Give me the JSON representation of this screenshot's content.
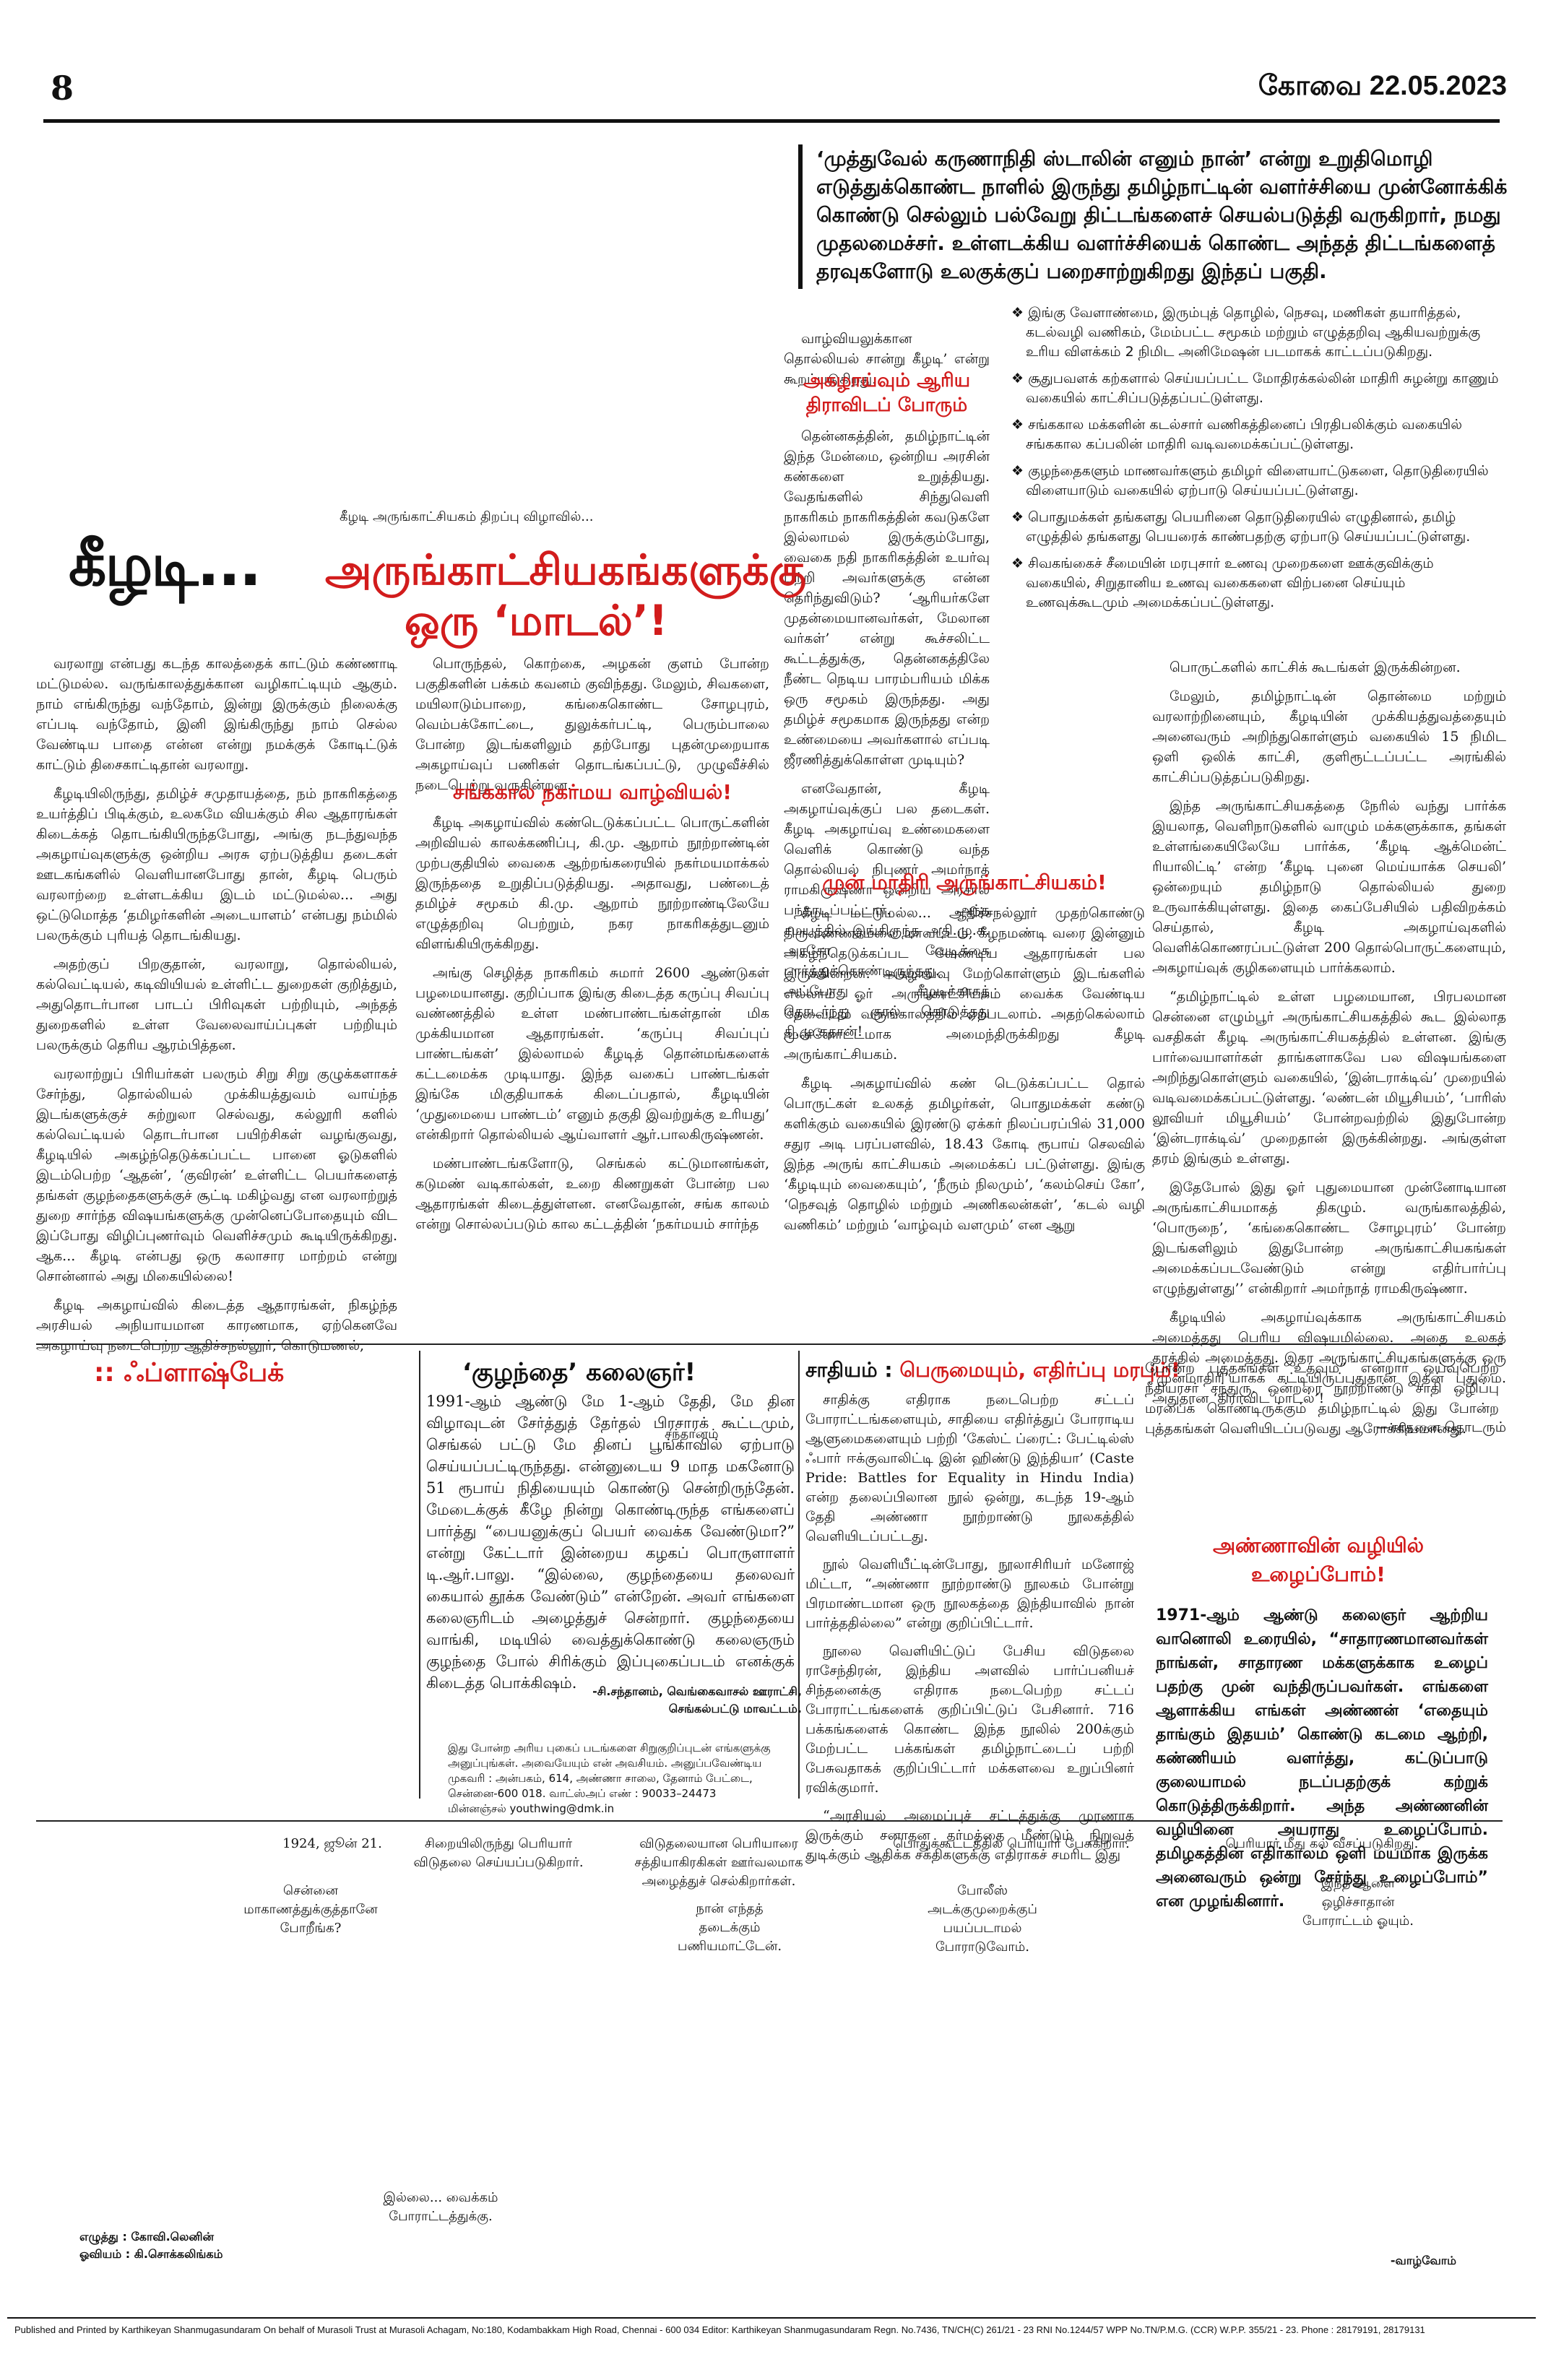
{
  "header": {
    "page_number": "8",
    "date": "கோவை 22.05.2023"
  },
  "intro": "‘முத்துவேல் கருணாநிதி ஸ்டாலின் எனும் நான்’ என்று உறுதிமொழி எடுத்துக்கொண்ட நாளில் இருந்து தமிழ்நாட்டின் வளர்ச்சியை முன்னோக்கிக் கொண்டு செல்லும் பல்வேறு திட்டங்களைச் செயல்படுத்தி வருகிறார், நமது முதலமைச்சர். உள்ளடக்கிய வளர்ச்சியைக் கொண்ட அந்தத் திட்டங்களைத் தரவுகளோடு உலகுக்குப் பறைசாற்றுகிறது இந்தப் பகுதி.",
  "article": {
    "caption": "கீழடி அருங்காட்சியகம் திறப்பு விழாவில்...",
    "headline_a": "கீழடி...",
    "headline_b": "அருங்காட்சியகங்களுக்கு",
    "headline_c": "ஒரு ‘மாடல்’!",
    "col1": [
      "வரலாறு என்பது கடந்த காலத்தைக் காட்டும் கண்ணாடி மட்டுமல்ல. வருங்காலத்துக்கான வழிகாட்டியும் ஆகும். நாம் எங்கிருந்து வந்தோம், இன்று இருக்கும் நிலைக்கு எப்படி வந்தோம், இனி இங்கிருந்து நாம் செல்ல வேண்டிய பாதை என்ன என்று நமக்குக் கோடிட்டுக் காட்டும் திசைகாட்டிதான் வரலாறு.",
      "கீழடியிலிருந்து, தமிழ்ச் சமுதாயத்தை, நம் நாகரிகத்தை உயர்த்திப் பிடிக்கும், உலகமே வியக்கும் சில ஆதாரங்கள் கிடைக்கத் தொடங்கியிருந்தபோது, அங்கு நடந்துவந்த அகழாய்வுகளுக்கு ஒன்றிய அரசு ஏற்படுத்திய தடைகள் ஊடகங்களில் வெளியானபோது தான், கீழடி பெரும் வரலாற்றை உள்ளடக்கிய இடம் மட்டுமல்ல... அது ஒட்டுமொத்த ‘தமிழர்களின் அடையாளம்’ என்பது நம்மில் பலருக்கும் புரியத் தொடங்கியது.",
      "அதற்குப் பிறகுதான், வரலாறு, தொல்லியல், கல்வெட்டியல், கடிவியியல் உள்ளிட்ட துறைகள் குறித்தும், அதுதொடர்பான பாடப் பிரிவுகள் பற்றியும், அந்தத் துறைகளில் உள்ள வேலைவாய்ப்புகள் பற்றியும் பலருக்கும் தெரிய ஆரம்பித்தன.",
      "வரலாற்றுப் பிரியர்கள் பலரும் சிறு சிறு குழுக்களாகச் சேர்ந்து, தொல்லியல் முக்கியத்துவம் வாய்ந்த இடங்களுக்குச் சுற்றுலா செல்வது, கல்லூரி களில் கல்வெட்டியல் தொடர்பான பயிற்சிகள் வழங்குவது, கீழடியில் அகழ்ந்தெடுக்கப்பட்ட பானை ஓடுகளில் இடம்பெற்ற ‘ஆதன்’, ‘குவிரன்’ உள்ளிட்ட பெயர்களைத் தங்கள் குழந்தைகளுக்குச் சூட்டி மகிழ்வது என வரலாற்றுத் துறை சார்ந்த விஷயங்களுக்கு முன்னெப்போதையும் விட இப்போது விழிப்புணர்வும் வெளிச்சமும் கூடியிருக்கிறது. ஆக... கீழடி என்பது ஒரு கலாசார மாற்றம் என்று சொன்னால் அது மிகையில்லை!",
      "கீழடி அகழாய்வில் கிடைத்த ஆதாரங்கள், நிகழ்ந்த அரசியல் அநியாயமான காரணமாக, ஏற்கெனவே அகழாய்வு நடைபெற்ற ஆதிச்சநல்லூர், கொடுமணல்,"
    ],
    "col2": [
      "பொருந்தல், கொற்கை, அழகன் குளம் போன்ற பகுதிகளின் பக்கம் கவனம் குவிந்தது. மேலும், சிவகளை, மயிலாடும்பாறை, கங்கைகொண்ட சோழபுரம், வெம்பக்கோட்டை, துலுக்கர்பட்டி, பெரும்பாலை போன்ற இடங்களிலும் தற்போது புதன்முறையாக அகழாய்வுப் பணிகள் தொடங்கப்பட்டு, முழுவீச்சில் நடைபெற்று வருகின்றன."
    ],
    "sub1": "சங்ககால நகர்மய வாழ்வியல்!",
    "col2b": [
      "கீழடி அகழாய்வில் கண்டெடுக்கப்பட்ட பொருட்களின் அறிவியல் காலக்கணிப்பு, கி.மு. ஆறாம் நூற்றாண்டின் முற்பகுதியில் வைகை ஆற்றங்கரையில் நகர்மயமாக்கல் இருந்ததை உறுதிப்படுத்தியது. அதாவது, பண்டைத் தமிழ்ச் சமூகம் கி.மு. ஆறாம் நூற்றாண்டிலேயே எழுத்தறிவு பெற்றும், நகர நாகரிகத்துடனும் விளங்கியிருக்கிறது.",
      "அங்கு செழித்த நாகரிகம் சுமார் 2600 ஆண்டுகள் பழமையானது. குறிப்பாக இங்கு கிடைத்த கருப்பு சிவப்பு வண்ணத்தில் உள்ள மண்பாண்டங்கள்தான் மிக முக்கியமான ஆதாரங்கள். ‘கருப்பு சிவப்புப் பாண்டங்கள்’ இல்லாமல் கீழடித் தொன்மங்களைக் கட்டமைக்க முடியாது. இந்த வகைப் பாண்டங்கள் இங்கே மிகுதியாகக் கிடைப்பதால், கீழடியின் ‘முதுமையை பாண்டம்’ எனும் தகுதி இவற்றுக்கு உரியது’ என்கிறார் தொல்லியல் ஆய்வாளர் ஆர்.பாலகிருஷ்ணன்.",
      "மண்பாண்டங்களோடு, செங்கல் கட்டுமானங்கள், கடுமண் வடிகால்கள், உறை கிணறுகள் போன்ற பல ஆதாரங்கள் கிடைத்துள்ளன. எனவேதான், சங்க காலம் என்று சொல்லப்படும் கால கட்டத்தின் ‘நகர்மயம் சார்ந்த"
    ],
    "col3_top": [
      "வாழ்வியலுக்கான தொல்லியல் சான்று கீழடி’ என்று கூறப்படுகிறது."
    ],
    "sub2": "அகழாய்வும் ஆரிய திராவிடப் போரும்",
    "col3": [
      "தென்னகத்தின், தமிழ்நாட்டின் இந்த மேன்மை, ஒன்றிய அரசின் கண்களை உறுத்தியது. வேதங்களில் சிந்துவெளி நாகரிகம் நாகரிகத்தின் கவடுகளே இல்லாமல் இருக்கும்போது, வைகை நதி நாகரிகத்தின் உயர்வு பற்றி அவர்களுக்கு என்ன தெரிந்துவிடும்? ‘ஆரியர்களே முதன்மையானவர்கள், மேலான வர்கள்’ என்று கூச்சலிட்ட கூட்டத்துக்கு, தென்னகத்திலே நீண்ட நெடிய பாரம்பரியம் மிக்க ஒரு சமூகம் இருந்தது. அது தமிழ்ச் சமூகமாக இருந்தது என்ற உண்மையை அவர்களால் எப்படி ஜீரணித்துக்கொள்ள முடியும்?",
      "எனவேதான், கீழடி அகழாய்வுக்குப் பல தடைகள். கீழடி அகழாய்வு உண்மைகளை வெளிக் கொண்டு வந்த தொல்லியல் நிபுணர் அமர்நாத் ராமகிருஷ்ணா ஒன்றிய அரசால் பந்தாடப்பட்டார். அந்த சமயத்தில் இங்கிருந்த அதி.மு.க. அரசோ வேடிக்கை பார்த்துக்கொண்டிருந்தது. அப்போது கீழடிக்காகத் தொடர்ந்து குரல் கொடுத்தது தி.மு.கதான்!"
    ],
    "sub3": "முன் மாதிரி அருங்காட்சியகம்!",
    "col3b": [
      "கீழடி மட்டுமல்ல... ஆதிச்சநல்லூர் முதற்கொண்டு திருவண்ணாமலை மாவட்டம், கீழநமண்டி வரை இன்னும் அகழ்ந்தெடுக்கப்பட வேண்டிய ஆதாரங்கள் பல இருக்கின்றன. அகழாய்வு மேற்கொள்ளும் இடங்களில் எல்லாம் ஓர் அருங்காட்சியகம் வைக்க வேண்டிய தேவையும் வருங்காலத்தில் ஏற்படலாம். அதற்கெல்லாம் முன்னோட்டமாக அமைந்திருக்கிறது கீழடி அருங்காட்சியகம்.",
      "கீழடி அகழாய்வில் கண் டெடுக்கப்பட்ட தொல் பொருட்கள் உலகத் தமிழர்கள், பொதுமக்கள் கண்டு களிக்கும் வகையில் இரண்டு ஏக்கர் நிலப்பரப்பில் 31,000 சதுர அடி பரப்பளவில், 18.43 கோடி ரூபாய் செலவில் இந்த அருங் காட்சியகம் அமைக்கப் பட்டுள்ளது. இங்கு ‘கீழடியும் வைகையும்’, ‘நீரும் நிலமும்’, ‘கலம்செய் கோ’, ‘நெசவுத் தொழில் மற்றும் அணிகலன்கள்’, ‘கடல் வழி வணிகம்’ மற்றும் ‘வாழ்வும் வளமும்’ என ஆறு"
    ],
    "col4": [
      "பொருட்களில் காட்சிக் கூடங்கள் இருக்கின்றன.",
      "மேலும், தமிழ்நாட்டின் தொன்மை மற்றும் வரலாற்றினையும், கீழடியின் முக்கியத்துவத்தையும் அனைவரும் அறிந்துகொள்ளும் வகையில் 15 நிமிட ஒளி ஒலிக் காட்சி, குளிரூட்டப்பட்ட அரங்கில் காட்சிப்படுத்தப்படுகிறது.",
      "இந்த அருங்காட்சியகத்தை நேரில் வந்து பார்க்க இயலாத, வெளிநாடுகளில் வாழும் மக்களுக்காக, தங்கள் உள்ளங்கையிலேயே பார்க்க, ‘கீழடி ஆக்மென்ட் ரியாலிட்டி’ என்ற ‘கீழடி புனை மெய்யாக்க செயலி’ ஒன்றையும் தமிழ்நாடு தொல்லியல் துறை உருவாக்கியுள்ளது. இதை கைப்பேசியில் பதிவிறக்கம் செய்தால், கீழடி அகழாய்வுகளில் வெளிக்கொணரப்பட்டுள்ள 200 தொல்பொருட்களையும், அகழாய்வுக் குழிகளையும் பார்க்கலாம்.",
      "“தமிழ்நாட்டில் உள்ள பழமையான, பிரபலமான சென்னை எழும்பூர் அருங்காட்சியகத்தில் கூட இல்லாத வசதிகள் கீழடி அருங்காட்சியகத்தில் உள்ளன. இங்கு பார்வையாளர்கள் தாங்களாகவே பல விஷயங்களை அறிந்துகொள்ளும் வகையில், ‘இன்டராக்டிவ்’ முறையில் வடிவமைக்கப்பட்டுள்ளது. ‘லண்டன் மியூசியம்’, ‘பாரிஸ் லூவியர் மியூசியம்’ போன்றவற்றில் இதுபோன்ற ‘இன்டராக்டிவ்’ முறைதான் இருக்கின்றது. அங்குள்ள தரம் இங்கும் உள்ளது.",
      "இதேபோல் இது ஓர் புதுமையான முன்னோடியான அருங்காட்சியமாகத் திகழும். வருங்காலத்தில், ‘பொருநை’, ‘கங்கைகொண்ட சோழபுரம்’ போன்ற இடங்களிலும் இதுபோன்ற அருங்காட்சியகங்கள் அமைக்கப்படவேண்டும் என்று எதிர்பார்ப்பு எழுந்துள்ளது’’ என்கிறார் அமர்நாத் ராமகிருஷ்ணா.",
      "கீழடியில் அகழாய்வுக்காக அருங்காட்சியகம் அமைத்தது பெரிய விஷயமில்லை. அதை உலகத் தரத்தில் அமைத்தது. இதர அருங்காட்சியகங்களுக்கு ஒரு ‘முன்மாதிரி’யாகக் கட்டியிருப்பதுதான் இதன் புதுமை. அதுதான ‘திராவிட மாடல்’!"
    ],
    "signature": "—சாதனை தொடரும்"
  },
  "bullets": [
    "இங்கு வேளாண்மை, இரும்புத் தொழில், நெசவு, மணிகள் தயாரித்தல், கடல்வழி வணிகம், மேம்பட்ட சமூகம் மற்றும் எழுத்தறிவு ஆகியவற்றுக்கு உரிய விளக்கம் 2 நிமிட அனிமேஷன் படமாகக் காட்டப்படுகிறது.",
    "சூதுபவளக் கற்களால் செய்யப்பட்ட மோதிரக்கல்லின் மாதிரி சுழன்று காணும் வகையில் காட்சிப்படுத்தப்பட்டுள்ளது.",
    "சங்ககால மக்களின் கடல்சார் வணிகத்தினைப் பிரதிபலிக்கும் வகையில் சங்ககால கப்பலின் மாதிரி வடிவமைக்கப்பட்டுள்ளது.",
    "குழந்தைகளும் மாணவர்களும் தமிழர் விளையாட்டுகளை, தொடுதிரையில் விளையாடும் வகையில் ஏற்பாடு செய்யப்பட்டுள்ளது.",
    "பொதுமக்கள் தங்களது பெயரினை தொடுதிரையில் எழுதினால், தமிழ் எழுத்தில் தங்களது பெயரைக் காண்பதற்கு ஏற்பாடு செய்யப்பட்டுள்ளது.",
    "சிவகங்கைச் சீமையின் மரபுசார் உணவு முறைகளை ஊக்குவிக்கும் வகையில், சிறுதானிய உணவு வகைகளை விற்பனை செய்யும் உணவுக்கூடமும் அமைக்கப்பட்டுள்ளது."
  ],
  "flashback": {
    "title": ":: ஃப்ளாஷ்பேக்"
  },
  "kuzhandhai": {
    "title": "‘குழந்தை’ கலைஞர்!",
    "body": "1991-ஆம் ஆண்டு மே 1-ஆம் தேதி, மே தின விழாவுடன் சேர்த்துத் தேர்தல் பிரசாரக் கூட்டமும், செங்கல் பட்டு மே தினப் பூங்காவில் ஏற்பாடு செய்யப்பட்டிருந்தது. என்னுடைய 9 மாத மகனோடு 51 ரூபாய் நிதியையும் கொண்டு சென்றிருந்தேன். மேடைக்குக் கீழே நின்று கொண்டிருந்த எங்களைப் பார்த்து “பையனுக்குப் பெயர் வைக்க வேண்டுமா?” என்று கேட்டார் இன்றைய கழகப் பொருளாளர் டி.ஆர்.பாலு. “இல்லை, குழந்தையை தலைவர் கையால் தூக்க வேண்டும்” என்றேன். அவர் எங்களை கலைஞரிடம் அழைத்துச் சென்றார். குழந்தையை வாங்கி, மடியில் வைத்துக்கொண்டு கலைஞரும் குழந்தை போல் சிரிக்கும் இப்புகைப்படம் எனக்குக் கிடைத்த பொக்கிஷம்.",
    "photo_name": "சந்தானம்",
    "sign_name": "-சி.சந்தானம், வெங்கைவாசல் ஊராட்சி,",
    "sign_place": "செங்கல்பட்டு மாவட்டம்.",
    "info": "இது போன்ற அரிய புகைப் படங்களை சிறுகுறிப்புடன் எங்களுக்கு அனுப்புங்கள். அவையேயும் என் அவசியம். அனுப்பவேண்டிய முகவரி : அன்பகம், 614, அண்ணா சாலை, தேனாம் பேட்டை, சென்னை-600 018. வாட்ஸ்அப் எண் : 90033–24473",
    "email": "மின்னஞ்சல் youthwing@dmk.in"
  },
  "caste": {
    "title_black": "சாதியம் :",
    "title_red": "பெருமையும், எதிர்ப்பு மரபும்!",
    "paras": [
      "சாதிக்கு எதிராக நடைபெற்ற சட்டப் போராட்டங்களையும், சாதியை எதிர்த்துப் போராடிய ஆளுமைகளையும் பற்றி ‘கேஸ்ட் ப்ரைட்: பேட்டில்ஸ் ஃபார் ஈக்குவாலிட்டி இன் ஹிண்டு இந்தியா’ (Caste Pride: Battles for Equality in Hindu India) என்ற தலைப்பிலான நூல் ஒன்று, கடந்த 19-ஆம் தேதி அண்ணா நூற்றாண்டு நூலகத்தில் வெளியிடப்பட்டது.",
      "நூல் வெளியீட்டின்போது, நூலாசிரியர் மனோஜ் மிட்டா, “அண்ணா நூற்றாண்டு நூலகம் போன்று பிரமாண்டமான ஒரு நூலகத்தை இந்தியாவில் நான் பார்த்ததில்லை” என்று குறிப்பிட்டார்.",
      "நூலை வெளியிட்டுப் பேசிய விடுதலை ராசேந்திரன், இந்திய அளவில் பார்ப்பனியச் சிந்தனைக்கு எதிராக நடைபெற்ற சட்டப் போராட்டங்களைக் குறிப்பிட்டுப் பேசினார். 716 பக்கங்களைக் கொண்ட இந்த நூலில் 200க்கும் மேற்பட்ட பக்கங்கள் தமிழ்நாட்டைப் பற்றி பேசுவதாகக் குறிப்பிட்டார் மக்களவை உறுப்பினர் ரவிக்குமார்.",
      "“அரசியல் அமைப்புச் சட்டத்துக்கு முரணாக இருக்கும் சனாதன தர்மத்தை மீண்டும் நிறுவத் துடிக்கும் ஆதிக்க சக்திகளுக்கு எதிராகச் சமரிட இது"
    ]
  },
  "right_note": "போன்ற புத்தகங்கள் உதவும்” என்றார் ஒய்வுபெற்ற நீதியரசர் சந்துரு. ஒன்றரை நூற்றாண்டு சாதி ஒழிப்பு மரபைக் கொண்டிருக்கும் தமிழ்நாட்டில் இது போன்ற புத்தகங்கள் வெளியிடப்படுவது ஆரோக்கியமானது.",
  "anna": {
    "title_line1": "அண்ணாவின் வழியில்",
    "title_line2": "உழைப்போம்!",
    "body": "1971-ஆம் ஆண்டு கலைஞர் ஆற்றிய வானொலி உரையில், “சாதாரணமானவர்கள் நாங்கள், சாதாரண மக்களுக்காக உழைப் பதற்கு முன் வந்திருப்பவர்கள். எங்களை ஆளாக்கிய எங்கள் அண்ணன் ‘எதையும் தாங்கும் இதயம்’ கொண்டு கடமை ஆற்றி, கண்ணியம் வளர்த்து, கட்டுப்பாடு குலையாமல் நடப்பதற்குக் கற்றுக் கொடுத்திருக்கிறார். அந்த அண்ணனின் வழியினை அயராது உழைப்போம். தமிழகத்தின் எதிர்காலம் ஒளி மயமாக இருக்க அனைவரும் ஒன்று சேர்ந்து உழைப்போம்” என முழங்கினார்."
  },
  "strip": {
    "p1": "1924, ஜூன் 21.",
    "p2": "சிறையிலிருந்து பெரியார் விடுதலை செய்யப்படுகிறார்.",
    "p3": "விடுதலையான பெரியாரை சத்தியாகிரகிகள் ஊர்வலமாக அழைத்துச் செல்கிறார்கள்.",
    "p4": "பொதுக்கூட்டத்தில் பெரியார் பேசுகிறார்.",
    "p5": "பெரியார் மீது கல் வீசப்படுகிறது.",
    "q1": "சென்னை மாகாணத்துக்குத்தானே போறீங்க?",
    "q2": "நான் எந்தத் தடைக்கும் பணியமாட்டேன்.",
    "q3": "போலீஸ் அடக்குமுறைக்குப் பயப்படாமல் போராடுவோம்.",
    "q4": "இந்த ஆளை ஒழிச்சாதான் போராட்டம் ஓயும்.",
    "q5": "இல்லை... வைக்கம் போராட்டத்துக்கு.",
    "credit1": "எழுத்து : கோவி.லெனின்",
    "credit2": "ஓவியம் : கி.சொக்கலிங்கம்",
    "end": "-வாழ்வோம்"
  },
  "footer": "Published and Printed by Karthikeyan Shanmugasundaram On behalf of Murasoli Trust at Murasoli Achagam, No:180, Kodambakkam High Road, Chennai - 600 034 Editor: Karthikeyan Shanmugasundaram Regn. No.7436, TN/CH(C) 261/21 - 23 RNI No.1244/57 WPP No.TN/P.M.G. (CCR) W.P.P. 355/21 - 23. Phone : 28179191, 28179131"
}
